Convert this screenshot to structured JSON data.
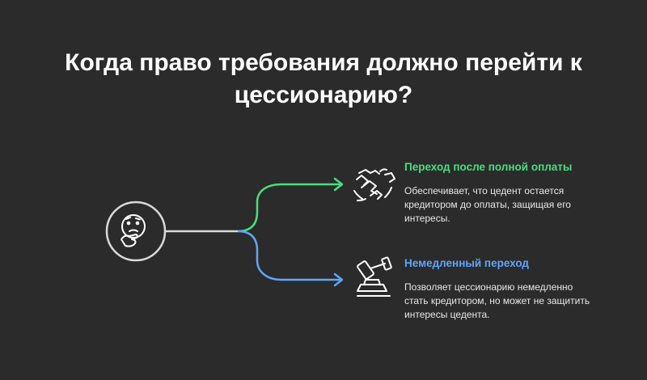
{
  "title": "Когда право требования должно перейти к цессионарию?",
  "colors": {
    "background": "#2b2b2b",
    "green": "#4ade80",
    "blue": "#60a5fa",
    "neutral": "#d9d9d9"
  },
  "center_icon": "thinking-face-icon",
  "options": [
    {
      "icon": "handshake-icon",
      "title": "Переход после полной оплаты",
      "description": "Обеспечивает, что цедент остается кредитором до оплаты, защищая его интересы."
    },
    {
      "icon": "gavel-icon",
      "title": "Немедленный переход",
      "description": "Позволяет цессионарию немедленно стать кредитором, но может не защитить интересы цедента."
    }
  ]
}
